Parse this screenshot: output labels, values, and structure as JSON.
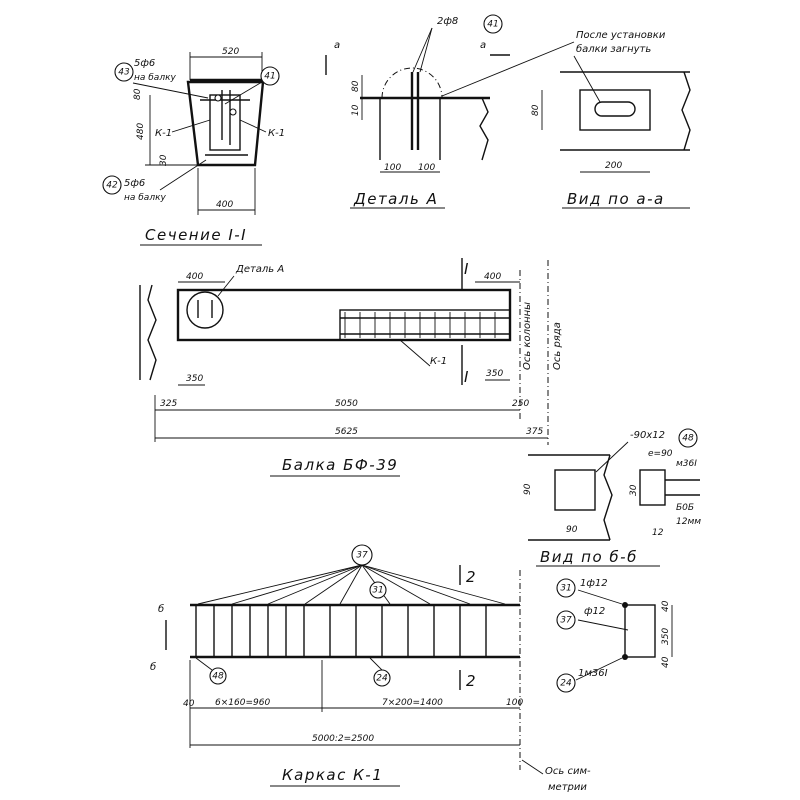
{
  "section": {
    "title": "Сечение I-I",
    "dims": {
      "top": "520",
      "bottom": "400",
      "height": "480",
      "top_rise": "80",
      "bottom_30": "30"
    },
    "callouts": [
      {
        "num": "43",
        "text": "5ф6",
        "sub": "на балку"
      },
      {
        "num": "41",
        "text": "",
        "sub": ""
      },
      {
        "num": "42",
        "text": "5ф6",
        "sub": "на балку"
      }
    ],
    "k_left": "К-1",
    "k_right": "К-1"
  },
  "detail_a": {
    "title": "Деталь А",
    "bar_label": "2ф8",
    "bar_num": "41",
    "note_line1": "После установки",
    "note_line2": "балки загнуть",
    "dims": {
      "left": "100",
      "right": "100",
      "v80": "80",
      "v10": "10"
    },
    "arrow": "а"
  },
  "view_aa": {
    "title": "Вид по а-а",
    "dims": {
      "width": "200",
      "height": "80"
    }
  },
  "beam": {
    "title": "Балка БФ-39",
    "detail_label": "Деталь А",
    "cut": "I",
    "k_label": "К-1",
    "axis_column": "Ось колонны",
    "axis_row": "Ось ряда",
    "dims": {
      "left400": "400",
      "right400": "400",
      "d350l": "350",
      "d350r": "350",
      "d325": "325",
      "d5050": "5050",
      "d250": "250",
      "d5625": "5625",
      "d375": "375"
    }
  },
  "view_bb": {
    "title": "Вид по б-б",
    "plate": "-90х12",
    "plate_num": "48",
    "weld": "е=90",
    "weld2": "м36I",
    "weld_len": "Б0Б",
    "weld_mm": "12мм",
    "dims": {
      "h90": "90",
      "w90": "90",
      "h30": "30",
      "d12": "12"
    }
  },
  "frame": {
    "title": "Каркас К-1",
    "num_top": "37",
    "num_bar": "31",
    "num_bottom": "24",
    "num_plate": "48",
    "cut": "2",
    "arrow": "б",
    "dims": {
      "d40": "40",
      "left_span": "6×160=960",
      "right_span": "7×200=1400",
      "d100": "100",
      "total": "5000:2=2500"
    },
    "axis_sym_1": "Ось сим-",
    "axis_sym_2": "метрии"
  },
  "frame_section": {
    "items": [
      {
        "num": "31",
        "text": "1ф12"
      },
      {
        "num": "37",
        "text": "ф12"
      },
      {
        "num": "24",
        "text": "1м36I"
      }
    ],
    "dims": {
      "h350": "350",
      "top40": "40",
      "bottom40": "40"
    }
  }
}
